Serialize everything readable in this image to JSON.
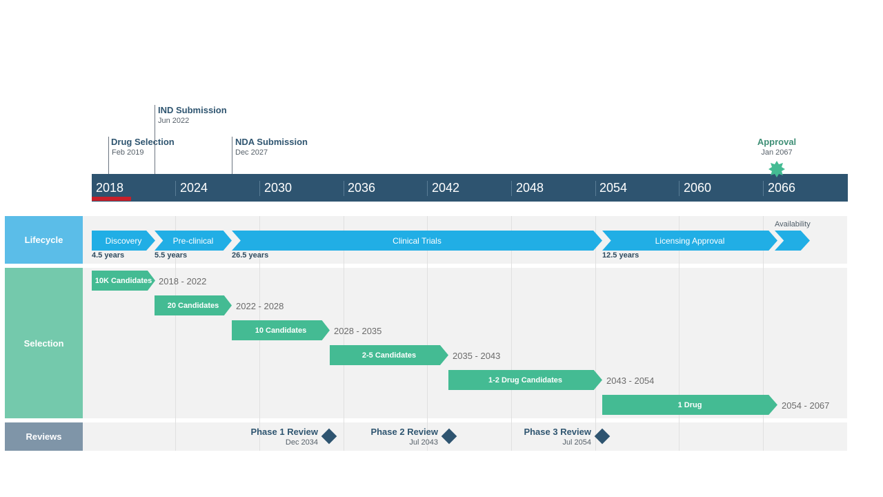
{
  "colors": {
    "axis": "#2e5470",
    "today_marker": "#c8202a",
    "lifecycle": "#21aee5",
    "lifecycle_label_bg": "#5bbde8",
    "selection": "#44bb93",
    "selection_label_bg": "#74c9ac",
    "reviews_label_bg": "#7f95a8",
    "band_bg": "#f2f2f2",
    "approval_star": "#44bb93"
  },
  "axis": {
    "ticks": [
      "2018",
      "2024",
      "2030",
      "2036",
      "2042",
      "2048",
      "2054",
      "2060",
      "2066"
    ]
  },
  "milestones": [
    {
      "title": "Drug Selection",
      "date": "Feb 2019"
    },
    {
      "title": "IND Submission",
      "date": "Jun 2022"
    },
    {
      "title": "NDA Submission",
      "date": "Dec 2027"
    },
    {
      "title": "Approval",
      "date": "Jan 2067",
      "icon": "star-burst-icon"
    }
  ],
  "bands": {
    "lifecycle": "Lifecycle",
    "selection": "Selection",
    "reviews": "Reviews"
  },
  "lifecycle": {
    "phases": [
      {
        "label": "Discovery",
        "duration": "4.5 years"
      },
      {
        "label": "Pre-clinical",
        "duration": "5.5 years"
      },
      {
        "label": "Clinical Trials",
        "duration": "26.5 years"
      },
      {
        "label": "Licensing Approval",
        "duration": "12.5 years"
      },
      {
        "label": "Availability",
        "duration": ""
      }
    ]
  },
  "selection": {
    "steps": [
      {
        "label": "10K Candidates",
        "range": "2018 - 2022"
      },
      {
        "label": "20 Candidates",
        "range": "2022 - 2028"
      },
      {
        "label": "10 Candidates",
        "range": "2028 - 2035"
      },
      {
        "label": "2-5 Candidates",
        "range": "2035 - 2043"
      },
      {
        "label": "1-2 Drug Candidates",
        "range": "2043 - 2054"
      },
      {
        "label": "1 Drug",
        "range": "2054 - 2067"
      }
    ]
  },
  "reviews": [
    {
      "title": "Phase 1 Review",
      "date": "Dec 2034"
    },
    {
      "title": "Phase 2 Review",
      "date": "Jul 2043"
    },
    {
      "title": "Phase 3 Review",
      "date": "Jul 2054"
    }
  ]
}
